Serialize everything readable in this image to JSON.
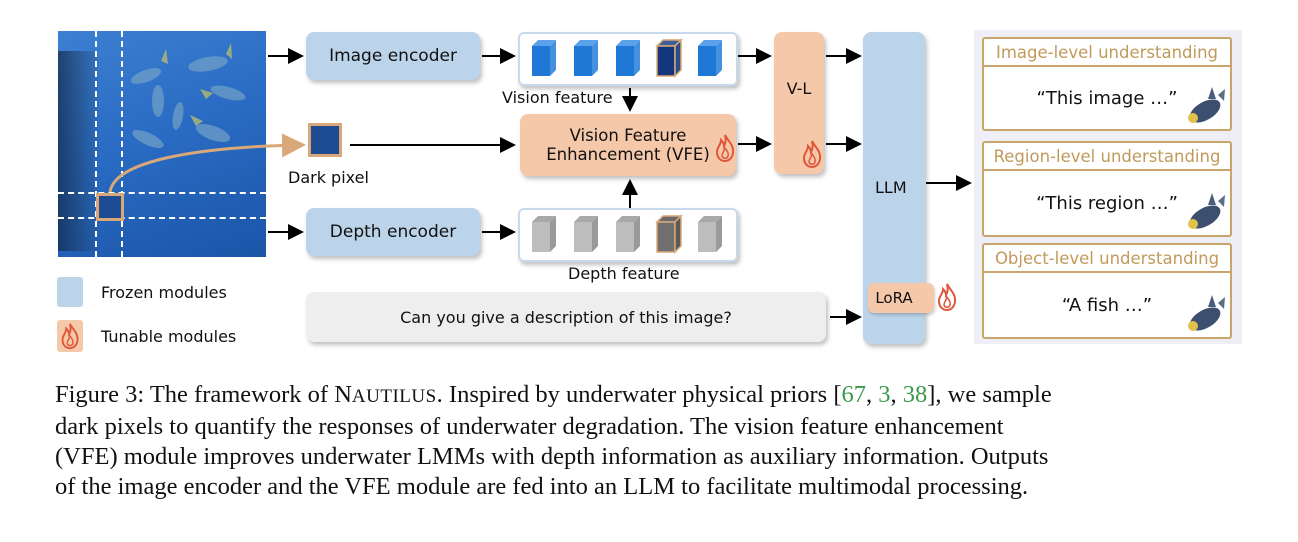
{
  "diagram": {
    "modules": {
      "image_encoder": "Image encoder",
      "depth_encoder": "Depth encoder",
      "vfe_line1": "Vision Feature",
      "vfe_line2": "Enhancement (VFE)",
      "vl": "V-L",
      "llm": "LLM",
      "lora": "LoRA"
    },
    "labels": {
      "vision_feature": "Vision feature",
      "depth_feature": "Depth feature",
      "dark_pixel": "Dark pixel",
      "prompt": "Can you give a description of this image?"
    },
    "legend": {
      "frozen": "Frozen modules",
      "tunable": "Tunable modules"
    },
    "outputs": [
      {
        "header": "Image-level understanding",
        "text": "“This image …”"
      },
      {
        "header": "Region-level understanding",
        "text": "“This region …”"
      },
      {
        "header": "Object-level understanding",
        "text": "“A fish …”"
      }
    ],
    "colors": {
      "frozen": "#bcd4ea",
      "tunable": "#f5c8aa",
      "flame": "#e0563a",
      "dark_pixel_border": "#d9a878",
      "output_border": "#c9a56b",
      "citation": "#3a9a4a"
    }
  },
  "caption": {
    "prefix": "Figure 3: The framework of ",
    "name_N": "N",
    "name_rest": "AUTILUS",
    "part1": ". Inspired by underwater physical priors [",
    "cites": [
      "67",
      "3",
      "38"
    ],
    "part2": "], we sample",
    "line2": "dark pixels to quantify the responses of underwater degradation. The vision feature enhancement",
    "line3": "(VFE) module improves underwater LMMs with depth information as auxiliary information. Outputs",
    "line4": "of the image encoder and the VFE module are fed into an LLM to facilitate multimodal processing."
  }
}
